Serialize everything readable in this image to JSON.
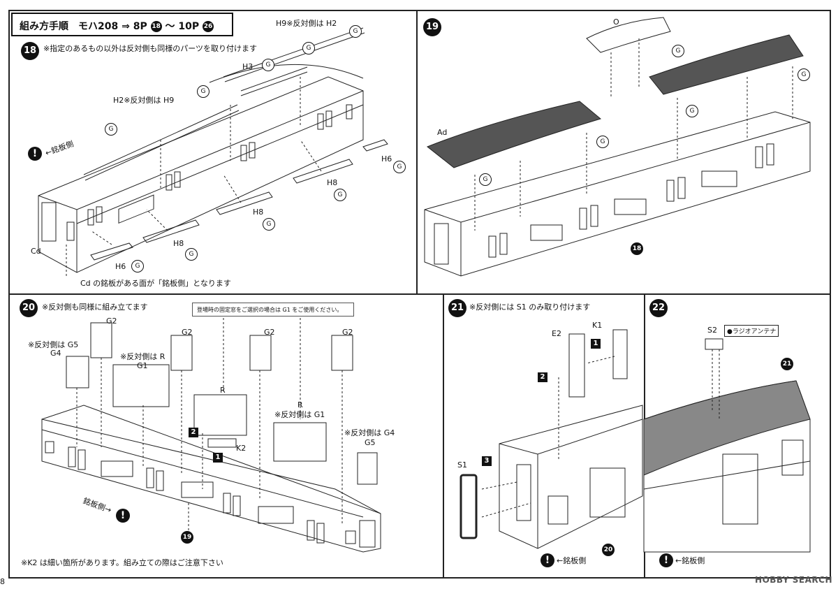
{
  "title": {
    "text": "組み方手順　モハ208 ⇒ 8P",
    "step_a": "18",
    "between": "〜 10P",
    "step_b": "26"
  },
  "panel18": {
    "step": "18",
    "note": "※指定のあるもの以外は反対側も同様のパーツを取り付けます",
    "labels": [
      "H9※反対側は H2",
      "H3",
      "H2※反対側は H9",
      "H6",
      "H8",
      "H8",
      "H8",
      "H6",
      "Cd"
    ],
    "side_label": "←銘板側",
    "footnote": "Cd の銘板がある面が「銘板側」となります"
  },
  "panel19": {
    "step": "19",
    "labels": [
      "O",
      "Ad"
    ],
    "ref_step": "18"
  },
  "panel20": {
    "step": "20",
    "note": "※反対側も同様に組み立てます",
    "box_note": "登場時の固定窓をご選択の場合は G1 をご使用ください。",
    "labels": [
      "G2",
      "G2",
      "G2",
      "G2",
      "※反対側は G5",
      "G4",
      "※反対側は R",
      "G1",
      "R",
      "R",
      "※反対側は G1",
      "K2",
      "※反対側は G4",
      "G5"
    ],
    "nums": [
      "2",
      "1"
    ],
    "side_label": "銘板側→",
    "ref_step": "19",
    "footnote": "※K2 は細い箇所があります。組み立ての際はご注意下さい"
  },
  "panel21": {
    "step": "21",
    "note": "※反対側には S1 のみ取り付けます",
    "labels": [
      "K1",
      "E2",
      "S1"
    ],
    "nums": [
      "1",
      "2",
      "3"
    ],
    "side_label": "←銘板側",
    "ref_step": "20"
  },
  "panel22": {
    "step": "22",
    "labels": [
      "S2"
    ],
    "antenna": "●ラジオアンテナ",
    "side_label": "←銘板側",
    "ref_step": "21"
  },
  "glue_icon": "glue-icon",
  "warning_icon": "exclamation-icon",
  "page_number": "8",
  "watermark": "HOBBY SEARCH"
}
